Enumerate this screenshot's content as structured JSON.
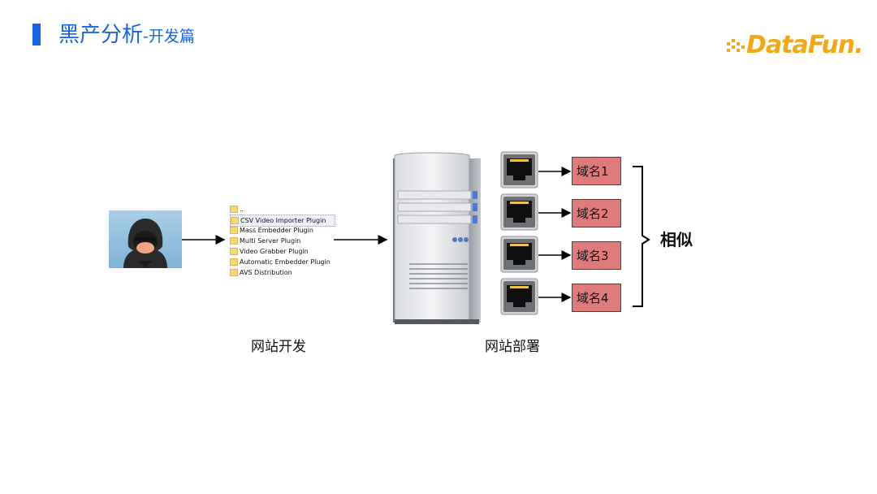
{
  "header": {
    "title": "黑产分析",
    "subtitle": "-开发篇",
    "logo_text": "DataFun."
  },
  "file_list": {
    "items": [
      "..",
      "CSV Video Importer Plugin",
      "Mass Embedder Plugin",
      "Multi Server Plugin",
      "Video Grabber Plugin",
      "Automatic Embedder Plugin",
      "AVS Distribution"
    ]
  },
  "domains": [
    "域名1",
    "域名2",
    "域名3",
    "域名4"
  ],
  "similar_label": "相似",
  "captions": {
    "development": "网站开发",
    "deployment": "网站部署"
  },
  "colors": {
    "accent_blue": "#1565e6",
    "logo_orange": "#f2a814",
    "domain_fill": "#e07b7b"
  },
  "icons": {
    "hacker": "hooded-hacker-icon",
    "server": "server-tower-icon",
    "port": "ethernet-port-icon"
  }
}
